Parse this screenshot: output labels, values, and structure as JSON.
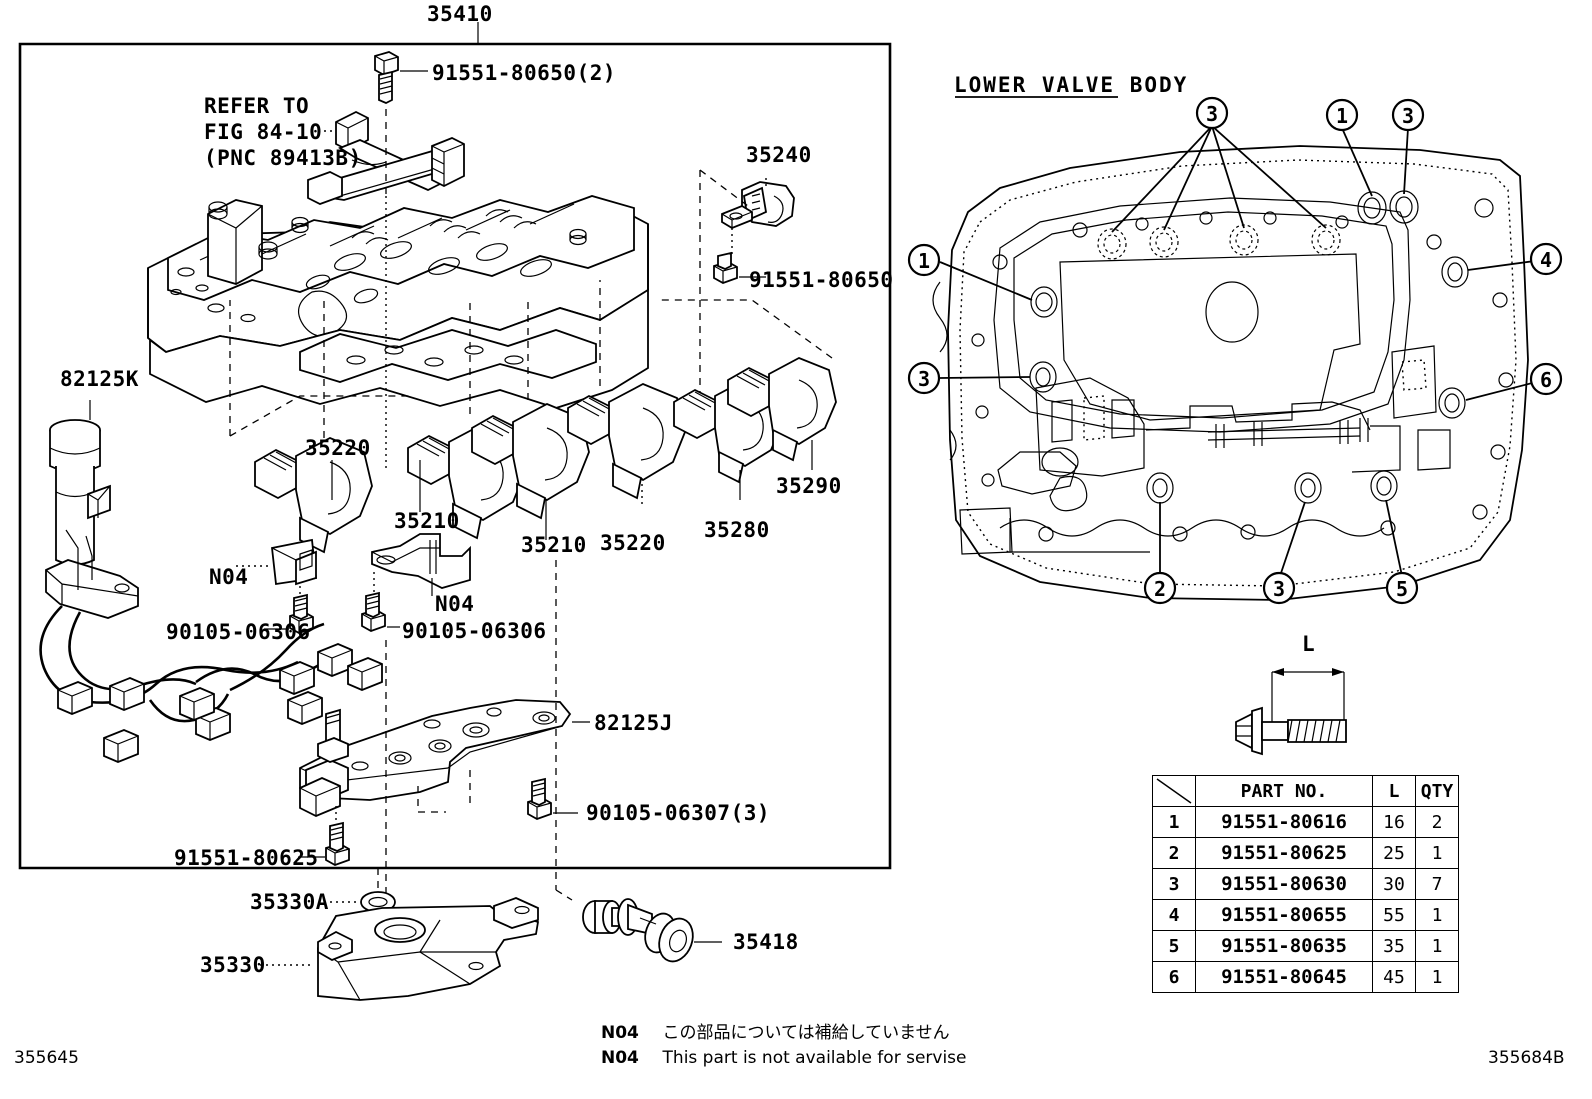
{
  "figure": {
    "main_assembly_label": "35410",
    "right_panel_title": "LOWER VALVE BODY",
    "footer_left_code": "355645",
    "footer_right_code": "355684B"
  },
  "refer_note": {
    "line1": "REFER TO",
    "line2": "FIG 84-10",
    "line3": "(PNC 89413B)"
  },
  "labels": {
    "bolt_top": "91551-80650(2)",
    "solenoid_35240": "35240",
    "bolt_35240": "91551-80650",
    "sensor_82125K": "82125K",
    "sol_35220_a": "35220",
    "sol_35210_a": "35210",
    "sol_35220_b": "35220",
    "sol_35210_b": "35210",
    "sol_35280": "35280",
    "sol_35290": "35290",
    "n04_left": "N04",
    "n04_right": "N04",
    "bolt_90105_a": "90105-06306",
    "bolt_90105_b": "90105-06306",
    "harness_82125J": "82125J",
    "bolt_90105_c": "90105-06307(3)",
    "bolt_91551_80625": "91551-80625",
    "oring_35330A": "35330A",
    "strainer_35330": "35330",
    "valve_35418": "35418"
  },
  "dimension": {
    "length_symbol": "L"
  },
  "parts_table": {
    "headers": [
      "",
      "PART NO.",
      "L",
      "QTY"
    ],
    "rows": [
      {
        "idx": "1",
        "part_no": "91551-80616",
        "l": "16",
        "qty": "2"
      },
      {
        "idx": "2",
        "part_no": "91551-80625",
        "l": "25",
        "qty": "1"
      },
      {
        "idx": "3",
        "part_no": "91551-80630",
        "l": "30",
        "qty": "7"
      },
      {
        "idx": "4",
        "part_no": "91551-80655",
        "l": "55",
        "qty": "1"
      },
      {
        "idx": "5",
        "part_no": "91551-80635",
        "l": "35",
        "qty": "1"
      },
      {
        "idx": "6",
        "part_no": "91551-80645",
        "l": "45",
        "qty": "1"
      }
    ]
  },
  "callouts": [
    {
      "id": "c-3-top",
      "num": "3"
    },
    {
      "id": "c-1-top",
      "num": "1"
    },
    {
      "id": "c-3-top-r",
      "num": "3"
    },
    {
      "id": "c-1-left",
      "num": "1"
    },
    {
      "id": "c-3-left",
      "num": "3"
    },
    {
      "id": "c-4-right",
      "num": "4"
    },
    {
      "id": "c-6-right",
      "num": "6"
    },
    {
      "id": "c-2-bot",
      "num": "2"
    },
    {
      "id": "c-3-bot",
      "num": "3"
    },
    {
      "id": "c-5-bot",
      "num": "5"
    }
  ],
  "footnotes": {
    "jp_code": "N04",
    "jp_text": "この部品については補給していません",
    "en_code": "N04",
    "en_text": "This part is not available for servise"
  }
}
